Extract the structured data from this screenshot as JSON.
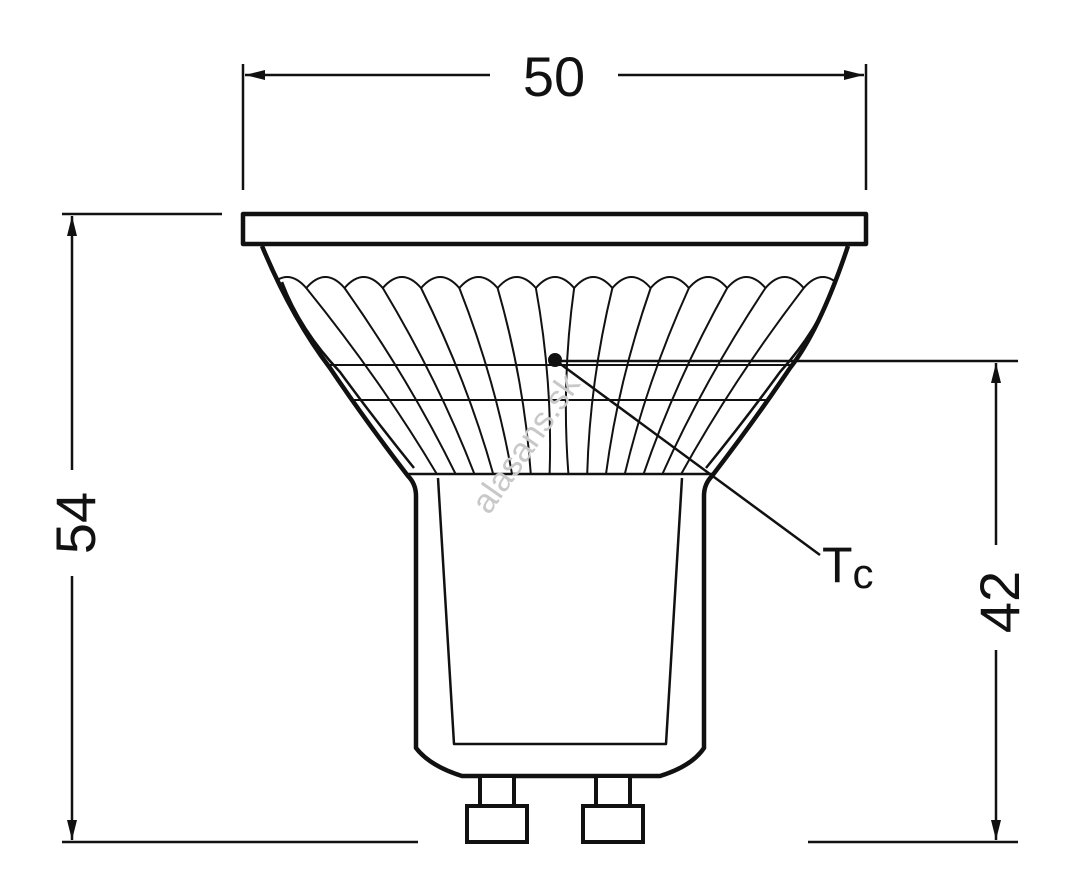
{
  "dimensions": {
    "width_label": "50",
    "height_label": "54",
    "tc_height_label": "42"
  },
  "tc_label": {
    "main": "T",
    "sub": "c"
  },
  "watermark": "alasans.sk",
  "colors": {
    "line": "#111111",
    "background": "#ffffff",
    "watermark": "#c8c8c8"
  }
}
